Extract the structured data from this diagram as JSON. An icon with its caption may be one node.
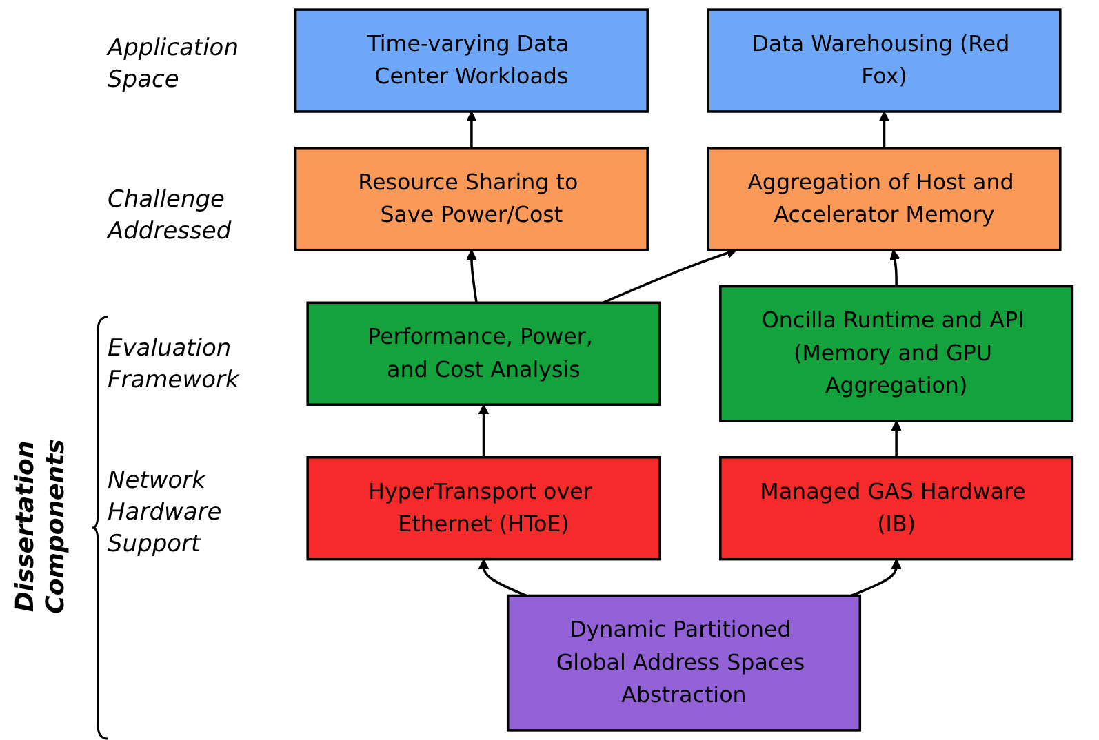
{
  "diagram": {
    "nodes": [
      {
        "text": [
          "Time-varying Data Center Workloads"
        ]
      },
      {
        "text": [
          "Data Warehousing (Red Fox)"
        ]
      },
      {
        "text": [
          "Resource Sharing to Save Power/Cost"
        ]
      },
      {
        "text": [
          "Aggregation of Host and Accelerator Memory"
        ]
      },
      {
        "text": [
          "Performance, Power, and Cost Analysis"
        ]
      },
      {
        "text": [
          "Oncilla Runtime and API (Memory and GPU Aggregation)"
        ]
      },
      {
        "text": [
          "HyperTransport over Ethernet (HToE)"
        ]
      },
      {
        "text": [
          "Managed GAS Hardware (IB)"
        ]
      },
      {
        "text": [
          "Dynamic Partitioned Global Address Spaces Abstraction"
        ]
      }
    ],
    "edges": [
      {
        "from": 2,
        "to": 0,
        "arrow": "to"
      },
      {
        "from": 3,
        "to": 1,
        "arrow": "to"
      },
      {
        "from": 4,
        "to": 2,
        "arrow": "to"
      },
      {
        "from": 4,
        "to": 3,
        "arrow": "to"
      },
      {
        "from": 5,
        "to": 3,
        "arrow": "to"
      },
      {
        "from": 6,
        "to": 4,
        "arrow": "to"
      },
      {
        "from": 7,
        "to": 5,
        "arrow": "to"
      },
      {
        "from": 8,
        "to": 6,
        "arrow": "to"
      },
      {
        "from": 8,
        "to": 7,
        "arrow": "to"
      }
    ],
    "labels": [
      "Application Space",
      "Challenge Addressed",
      "Evaluation Framework",
      "Network Hardware Support",
      "Dissertation Components"
    ]
  }
}
